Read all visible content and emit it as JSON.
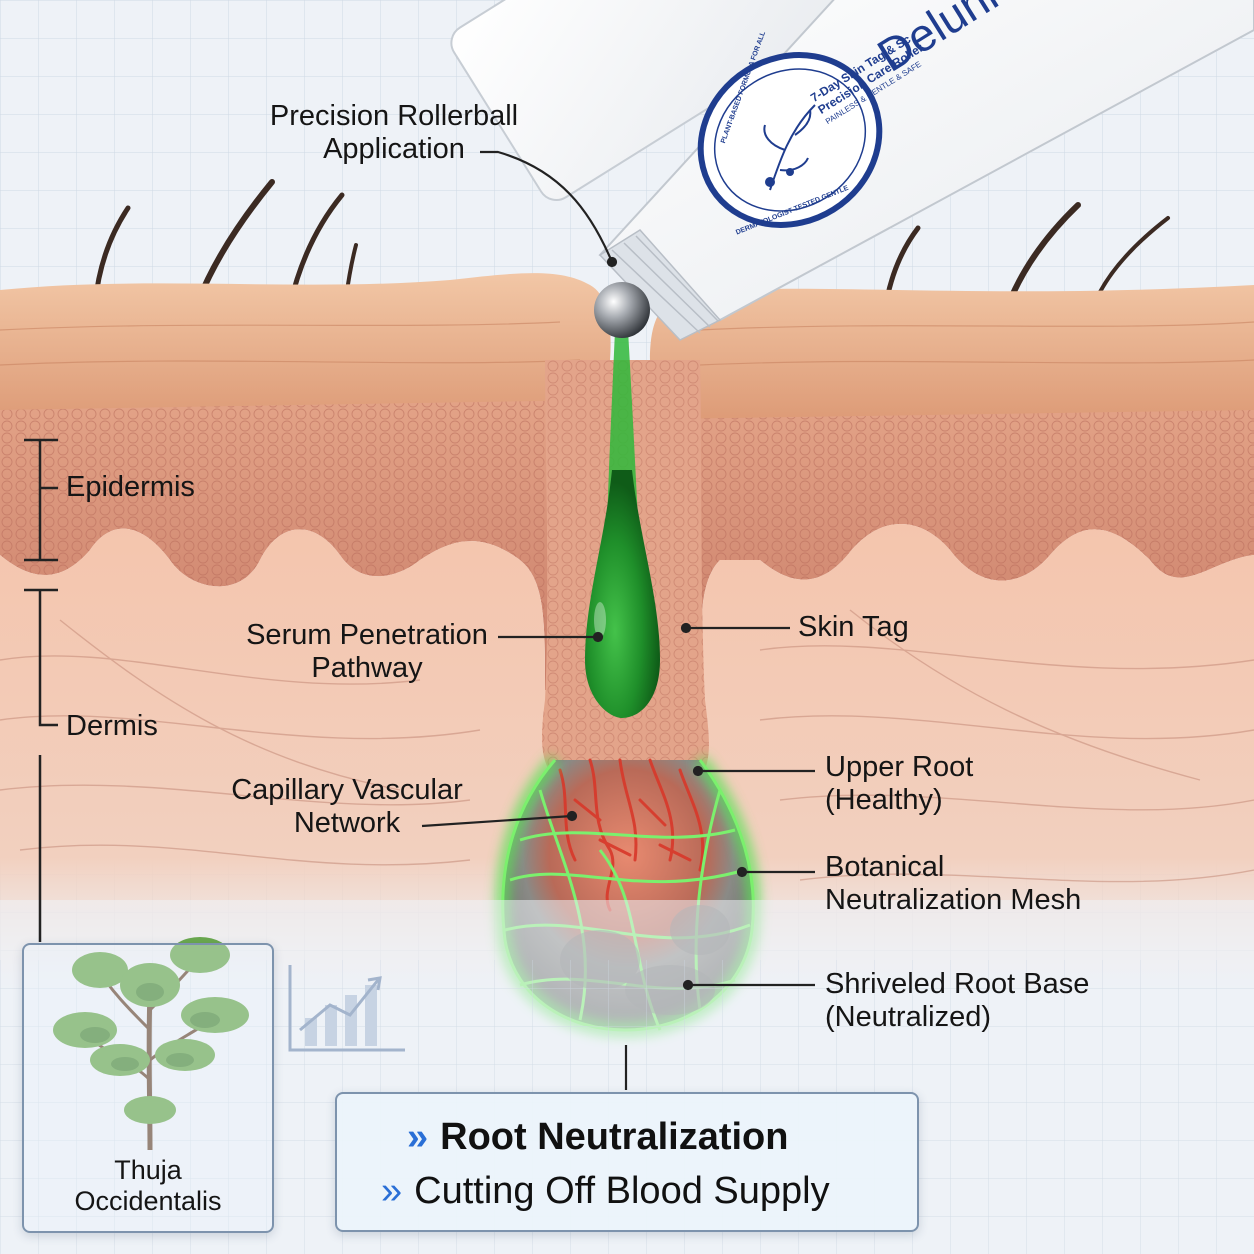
{
  "labels": {
    "rollerball": [
      "Precision Rollerball",
      "Application"
    ],
    "epidermis": "Epidermis",
    "dermis": "Dermis",
    "serum": [
      "Serum Penetration",
      "Pathway"
    ],
    "skin_tag": "Skin Tag",
    "capillary": [
      "Capillary Vascular",
      "Network"
    ],
    "upper_root": [
      "Upper Root",
      "(Healthy)"
    ],
    "mesh": [
      "Botanical",
      "Neutralization Mesh"
    ],
    "root_base": [
      "Shriveled Root Base",
      "(Neutralized)"
    ]
  },
  "product": {
    "brand": "Delunie",
    "title_line1": "7-Day Skin Tag & Sc",
    "title_line2": "Precision Care Roller",
    "tagline": "PAINLESS & GENTLE & SAFE",
    "ring_top": "PLANT-BASED FORMULA FOR ALL",
    "ring_bottom": "DERMATOLOGIST TESTED GENTLE"
  },
  "plant_card": {
    "name": [
      "Thuja",
      "Occidentalis"
    ]
  },
  "banner": {
    "line1": "Root Neutralization",
    "line2": "Cutting Off Blood Supply",
    "bullet": "»"
  },
  "colors": {
    "serum": "#2fb93a",
    "mesh": "#5fe25a",
    "vessel": "#d8382a",
    "skin": "#e9a985",
    "brand": "#1f3d8f"
  }
}
